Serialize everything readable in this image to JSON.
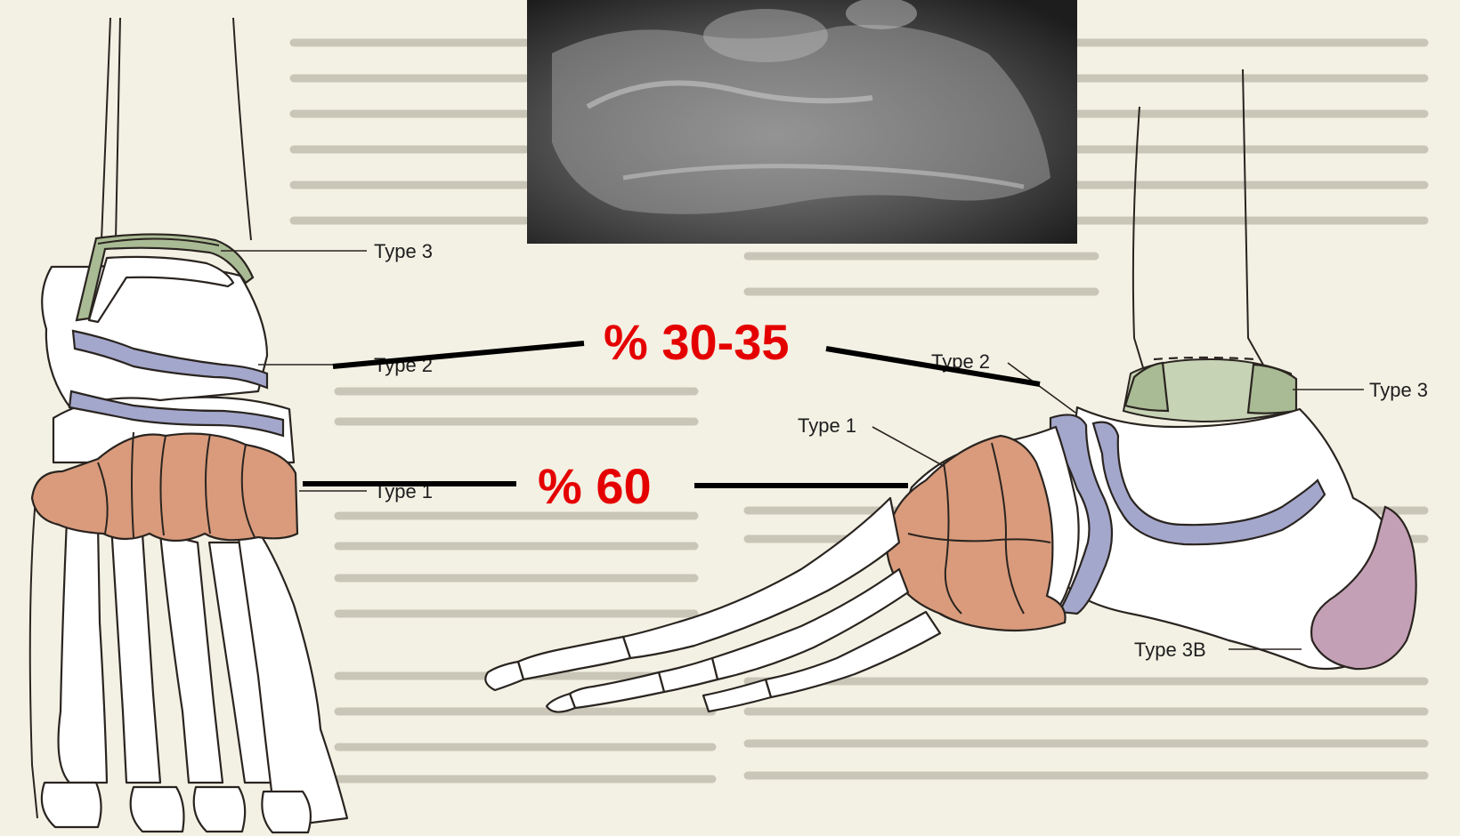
{
  "labels": {
    "front": {
      "type3": "Type 3",
      "type2": "Type 2",
      "type1": "Type 1"
    },
    "side": {
      "type2": "Type 2",
      "type1": "Type 1",
      "type3": "Type 3",
      "type3b": "Type 3B"
    }
  },
  "percentages": {
    "types_2_3": "% 30-35",
    "type_1": "% 60"
  },
  "colors": {
    "type1": "#d99b7c",
    "type2": "#a4a7cc",
    "type3": "#a9bb94",
    "type3b": "#c4a0b6",
    "percentage_text": "#e50000"
  }
}
